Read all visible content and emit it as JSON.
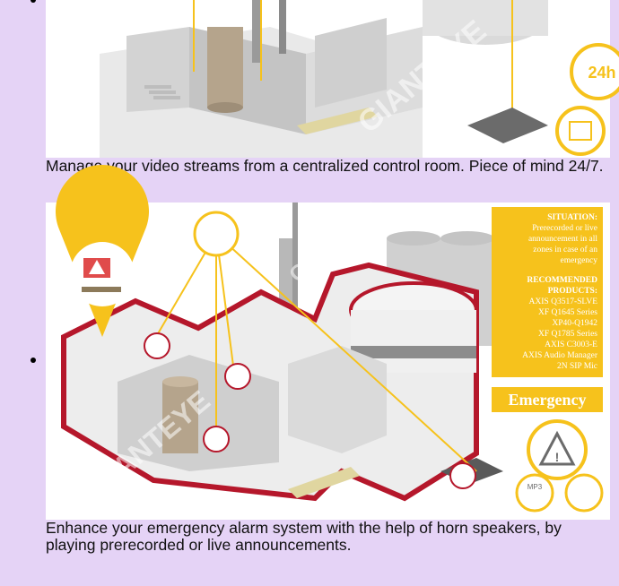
{
  "items": [
    {
      "caption": "Manage your video streams from a centralized control room. Piece of mind 24/7.",
      "badge_24h": "24h"
    },
    {
      "caption": "Enhance your emergency alarm system with the help of horn speakers, by playing prerecorded or live announcements.",
      "info": {
        "situation_head": "SITUATION:",
        "situation_lines": [
          "Prerecorded or live",
          "announcement in all",
          "zones in case of an",
          "emergency"
        ],
        "products_head": "RECOMMENDED",
        "products_head2": "PRODUCTS:",
        "products": [
          "AXIS Q3517-SLVE",
          "XF Q1645 Series",
          "XP40-Q1942",
          "XF Q1785 Series",
          "AXIS C3003-E",
          "AXIS Audio Manager",
          "2N SIP Mic"
        ]
      },
      "emergency_label": "Emergency",
      "mp3_label": "MP3"
    }
  ],
  "watermark": "GIANTEYE",
  "colors": {
    "page_bg": "#e5d3f6",
    "accent_yellow": "#f6c21c",
    "zone_red": "#b5172b"
  }
}
